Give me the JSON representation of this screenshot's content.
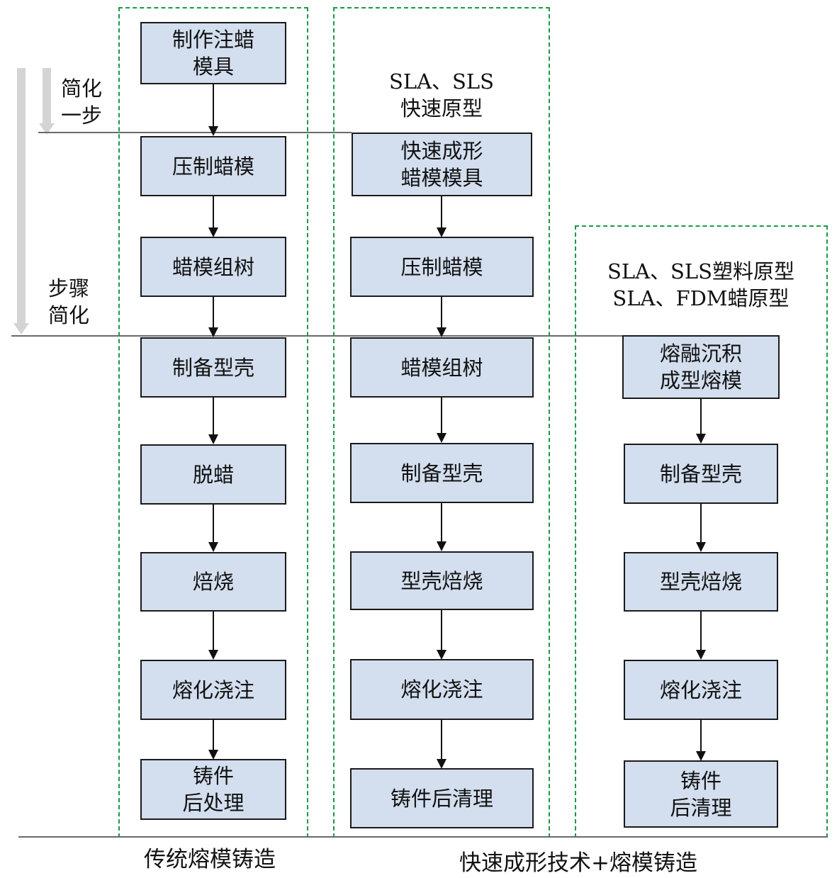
{
  "side_labels": {
    "simplify_one_step": "简化\n一步",
    "step_simplify": "步骤\n简化"
  },
  "columns": {
    "traditional": {
      "steps": [
        "制作注蜡\n模具",
        "压制蜡模",
        "蜡模组树",
        "制备型壳",
        "脱蜡",
        "焙烧",
        "熔化浇注",
        "铸件\n后处理"
      ]
    },
    "rapid_mold": {
      "header": "SLA、SLS\n快速原型",
      "steps": [
        "快速成形\n蜡模模具",
        "压制蜡模",
        "蜡模组树",
        "制备型壳",
        "型壳焙烧",
        "熔化浇注",
        "铸件后清理"
      ]
    },
    "rapid_pattern": {
      "header": "SLA、SLS塑料原型\nSLA、FDM蜡原型",
      "steps": [
        "熔融沉积\n成型熔模",
        "制备型壳",
        "型壳焙烧",
        "熔化浇注",
        "铸件\n后清理"
      ]
    }
  },
  "captions": {
    "traditional": "传统熔模铸造",
    "rapid": "快速成形技术+熔模铸造"
  },
  "colors": {
    "box_fill": "#d3deee",
    "group_border": "#1a9a45",
    "separator": "#6a6a6a",
    "side_arrow": "#d4d4d4"
  }
}
